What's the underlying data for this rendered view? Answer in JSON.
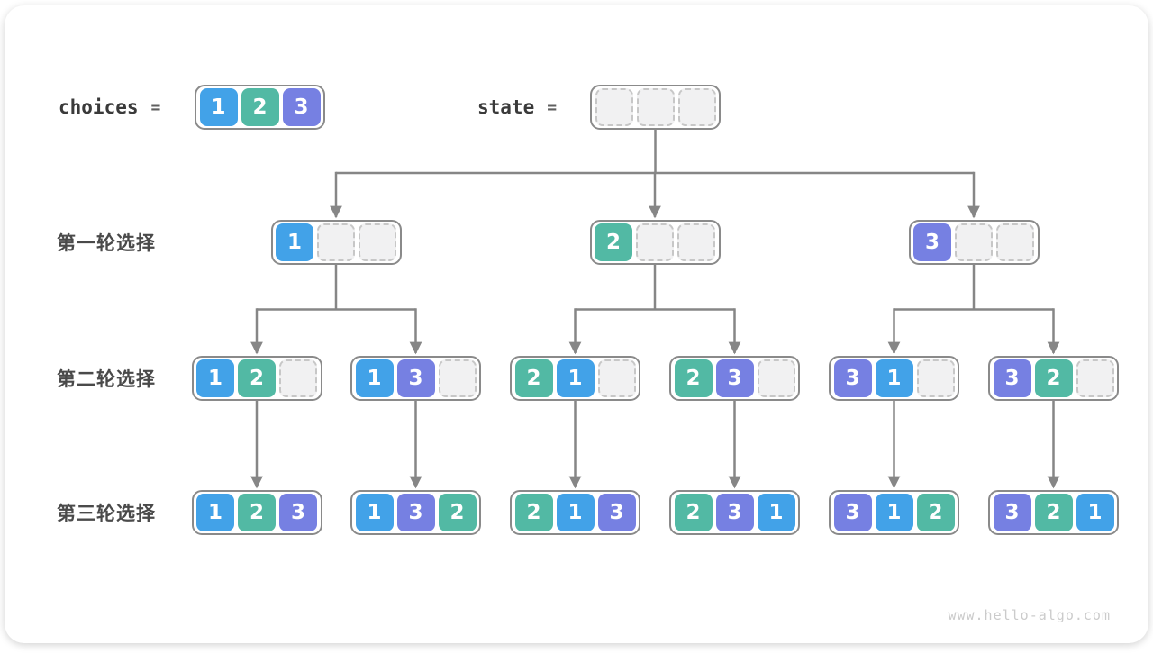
{
  "header": {
    "choices_label": "choices",
    "equals_sign": "=",
    "choices_cells": [
      "1",
      "2",
      "3"
    ],
    "state_label": "state",
    "state_cells": [
      "",
      "",
      ""
    ]
  },
  "rows": [
    {
      "label": "第一轮选择",
      "nodes": [
        [
          "1",
          "",
          ""
        ],
        [
          "2",
          "",
          ""
        ],
        [
          "3",
          "",
          ""
        ]
      ]
    },
    {
      "label": "第二轮选择",
      "nodes": [
        [
          "1",
          "2",
          ""
        ],
        [
          "1",
          "3",
          ""
        ],
        [
          "2",
          "1",
          ""
        ],
        [
          "2",
          "3",
          ""
        ],
        [
          "3",
          "1",
          ""
        ],
        [
          "3",
          "2",
          ""
        ]
      ]
    },
    {
      "label": "第三轮选择",
      "nodes": [
        [
          "1",
          "2",
          "3"
        ],
        [
          "1",
          "3",
          "2"
        ],
        [
          "2",
          "1",
          "3"
        ],
        [
          "2",
          "3",
          "1"
        ],
        [
          "3",
          "1",
          "2"
        ],
        [
          "3",
          "2",
          "1"
        ]
      ]
    }
  ],
  "colors": {
    "cell_1": "#42A2E8",
    "cell_2": "#52B9A4",
    "cell_3": "#7680E2",
    "empty_bg": "#F1F1F2",
    "empty_border": "#C7C7C7",
    "connector": "#868686",
    "box_border": "#8A8A8A"
  },
  "watermark": "www.hello-algo.com"
}
